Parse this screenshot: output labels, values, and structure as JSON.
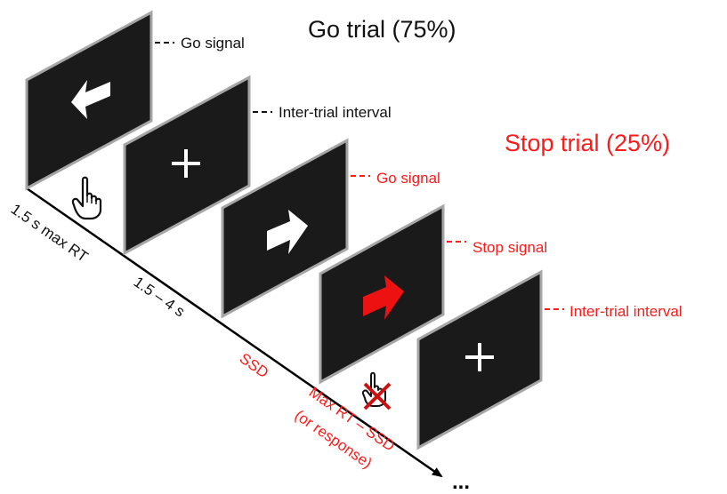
{
  "colors": {
    "go": "#111111",
    "stop": "#ff1a1a",
    "screen": "#1a1a1a",
    "screen_border": "#a6a6a6",
    "arrow": "#ffffff",
    "stop_arrow": "#ee1111"
  },
  "go_trial": {
    "title": "Go trial (75%)",
    "labels": [
      "Go signal",
      "Inter-trial interval"
    ]
  },
  "stop_trial": {
    "title": "Stop trial (25%)",
    "labels": [
      "Go signal",
      "Stop signal",
      "Inter-trial interval"
    ]
  },
  "timeline": {
    "go_max_rt": "1.5 s max RT",
    "iti": "1.5 – 4 s",
    "ssd": "SSD",
    "max_rt_line1": "Max RT – SSD",
    "max_rt_line2": "(or response)",
    "ellipsis": "..."
  },
  "screens": [
    {
      "content": "left-arrow-icon"
    },
    {
      "content": "fixation-cross-icon"
    },
    {
      "content": "right-arrow-icon"
    },
    {
      "content": "red-right-arrow-icon"
    },
    {
      "content": "fixation-cross-icon"
    }
  ],
  "icons": {
    "respond": "pointing-hand-icon",
    "no_respond": "crossed-hand-icon"
  }
}
